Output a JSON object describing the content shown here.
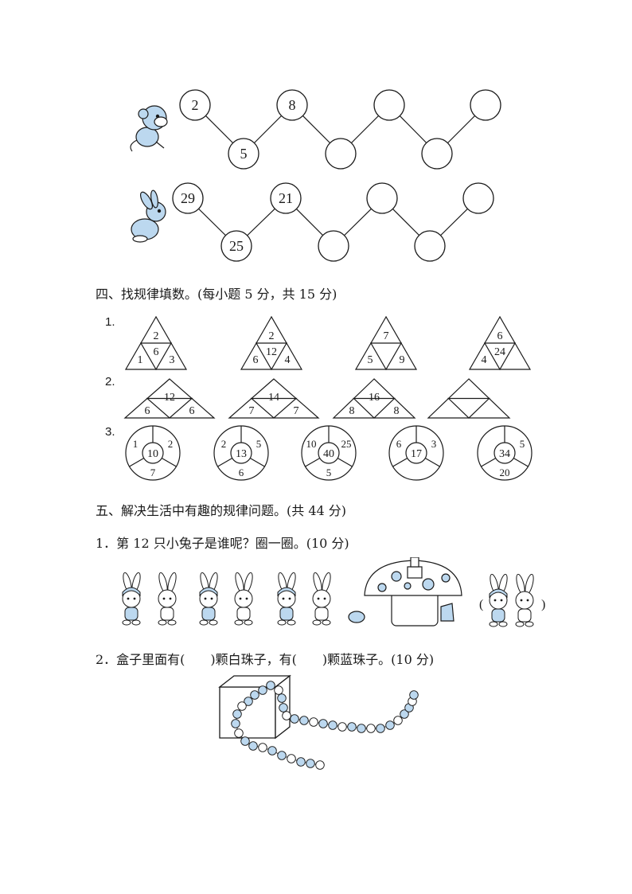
{
  "zigzag": {
    "row1": {
      "top": [
        "2",
        "8",
        "",
        ""
      ],
      "bottom": [
        "5",
        "",
        ""
      ]
    },
    "row2": {
      "top": [
        "29",
        "21",
        "",
        ""
      ],
      "bottom": [
        "25",
        "",
        ""
      ]
    }
  },
  "section4": {
    "heading": "四、找规律填数。(每小题 5 分，共 15 分)",
    "q1_label": "1.",
    "q2_label": "2.",
    "q3_label": "3.",
    "triangles": [
      {
        "top": "2",
        "mid": "6",
        "left": "1",
        "right": "3"
      },
      {
        "top": "2",
        "mid": "12",
        "left": "6",
        "right": "4"
      },
      {
        "top": "7",
        "mid": "",
        "left": "5",
        "right": "9"
      },
      {
        "top": "6",
        "mid": "24",
        "left": "4",
        "right": ""
      }
    ],
    "flat_triangles": [
      {
        "top": "12",
        "left": "6",
        "right": "6"
      },
      {
        "top": "14",
        "left": "7",
        "right": "7"
      },
      {
        "top": "16",
        "left": "8",
        "right": "8"
      },
      {
        "top": "",
        "left": "",
        "right": ""
      }
    ],
    "wheels": [
      {
        "center": "10",
        "a": "1",
        "b": "2",
        "c": "7"
      },
      {
        "center": "13",
        "a": "2",
        "b": "5",
        "c": "6"
      },
      {
        "center": "40",
        "a": "10",
        "b": "25",
        "c": "5"
      },
      {
        "center": "17",
        "a": "6",
        "b": "3",
        "c": ""
      },
      {
        "center": "34",
        "a": "",
        "b": "5",
        "c": "20"
      }
    ]
  },
  "section5": {
    "heading": "五、解决生活中有趣的规律问题。(共 44 分)",
    "q1": "1．第 12 只小兔子是谁呢？圈一圈。(10 分)",
    "q2": "2．盒子里面有(　　)颗白珠子，有(　　)颗蓝珠子。(10 分)",
    "paren_open": "(",
    "paren_close": ")"
  },
  "colors": {
    "blue": "#bcd8ef",
    "ink": "#1a1a1a"
  }
}
